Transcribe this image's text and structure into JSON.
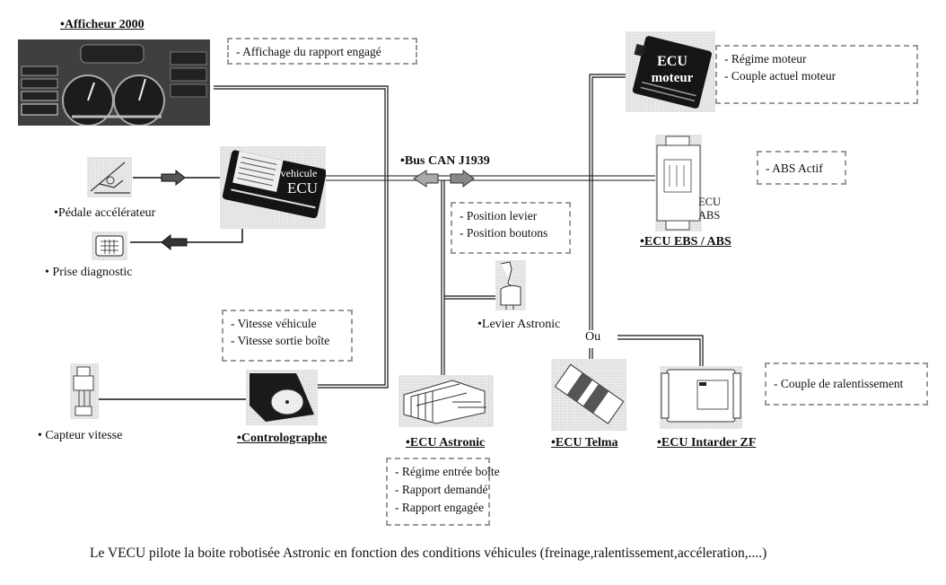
{
  "bus": {
    "label": "•Bus CAN J1939"
  },
  "components": {
    "afficheur": {
      "title": "•Afficheur 2000",
      "icon": "instrument-cluster-icon"
    },
    "vehicule_ecu": {
      "line1": "vehicule",
      "line2": "ECU",
      "icon": "vehicle-ecu-icon"
    },
    "pedale": {
      "label": "•Pédale accélérateur",
      "icon": "accelerator-pedal-icon"
    },
    "prise": {
      "label": "• Prise diagnostic",
      "icon": "diagnostic-socket-icon"
    },
    "ecu_moteur": {
      "line1": "ECU",
      "line2": "moteur",
      "icon": "engine-ecu-icon"
    },
    "ecu_abs": {
      "title": "•ECU EBS / ABS",
      "inner1": "ECU",
      "inner2": "ABS",
      "icon": "abs-ecu-icon"
    },
    "levier": {
      "label": "•Levier Astronic",
      "icon": "gear-lever-icon"
    },
    "capteur": {
      "label": "• Capteur vitesse",
      "icon": "speed-sensor-icon"
    },
    "controlographe": {
      "title": "•Controlographe",
      "icon": "tachograph-icon"
    },
    "ecu_astronic": {
      "title": "•ECU Astronic",
      "icon": "astronic-ecu-icon"
    },
    "ecu_telma": {
      "title": "•ECU Telma",
      "icon": "telma-ecu-icon"
    },
    "ecu_intarder": {
      "title": "•ECU Intarder ZF",
      "icon": "intarder-ecu-icon"
    },
    "ou": {
      "label": "Ou"
    }
  },
  "notes": {
    "afficheur": [
      "- Affichage du rapport engagé"
    ],
    "moteur": [
      "- Régime moteur",
      "- Couple actuel moteur"
    ],
    "abs": [
      "- ABS Actif"
    ],
    "levier": [
      "- Position levier",
      "- Position boutons"
    ],
    "controlographe": [
      "- Vitesse véhicule",
      "- Vitesse sortie   boîte"
    ],
    "intarder": [
      "- Couple de ralentissement"
    ],
    "astronic": [
      "- Régime entrée boîte",
      "- Rapport demandé",
      "- Rapport engagée"
    ]
  },
  "caption": "Le VECU pilote la boite robotisée Astronic en fonction des conditions véhicules (freinage,ralentissement,accéleration,....)"
}
